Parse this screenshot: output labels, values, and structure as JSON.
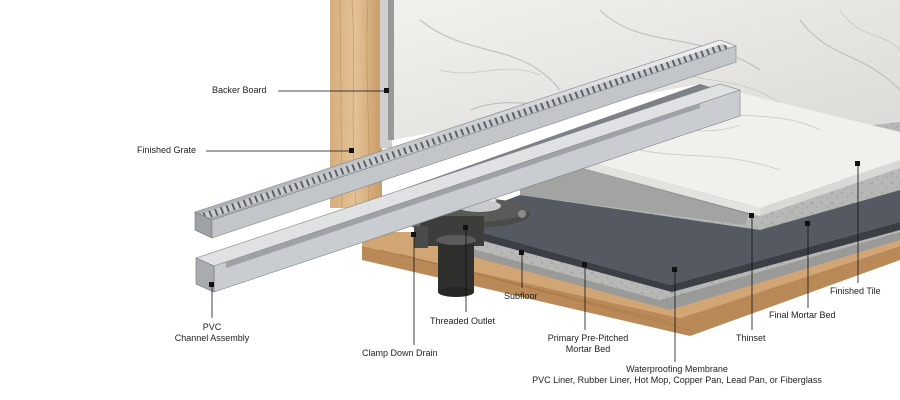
{
  "colors": {
    "marble": "#ecebe8",
    "marble_vein": "#b9b7b2",
    "wood": "#d9b386",
    "wood_dark": "#b98a57",
    "concrete": "#b5b5b3",
    "concrete_dark": "#8f8f8d",
    "membrane": "#555a63",
    "drain": "#3d3d3b",
    "steel": "#d7d9db",
    "steel_dark": "#8d9195",
    "leader": "#111111",
    "marker": "#111111"
  },
  "labels": {
    "backer_board": "Backer Board",
    "finished_grate": "Finished Grate",
    "pvc_channel_line1": "PVC",
    "pvc_channel_line2": "Channel Assembly",
    "clamp_down_drain": "Clamp Down Drain",
    "threaded_outlet": "Threaded Outlet",
    "subfloor": "Subfloor",
    "primary_mortar_line1": "Primary Pre-Pitched",
    "primary_mortar_line2": "Mortar Bed",
    "waterproofing_line1": "Waterproofing Membrane",
    "waterproofing_line2": "PVC Liner, Rubber Liner, Hot Mop, Copper Pan, Lead Pan, or Fiberglass",
    "thinset": "Thinset",
    "final_mortar_bed": "Final Mortar Bed",
    "finished_tile": "Finished Tile"
  }
}
